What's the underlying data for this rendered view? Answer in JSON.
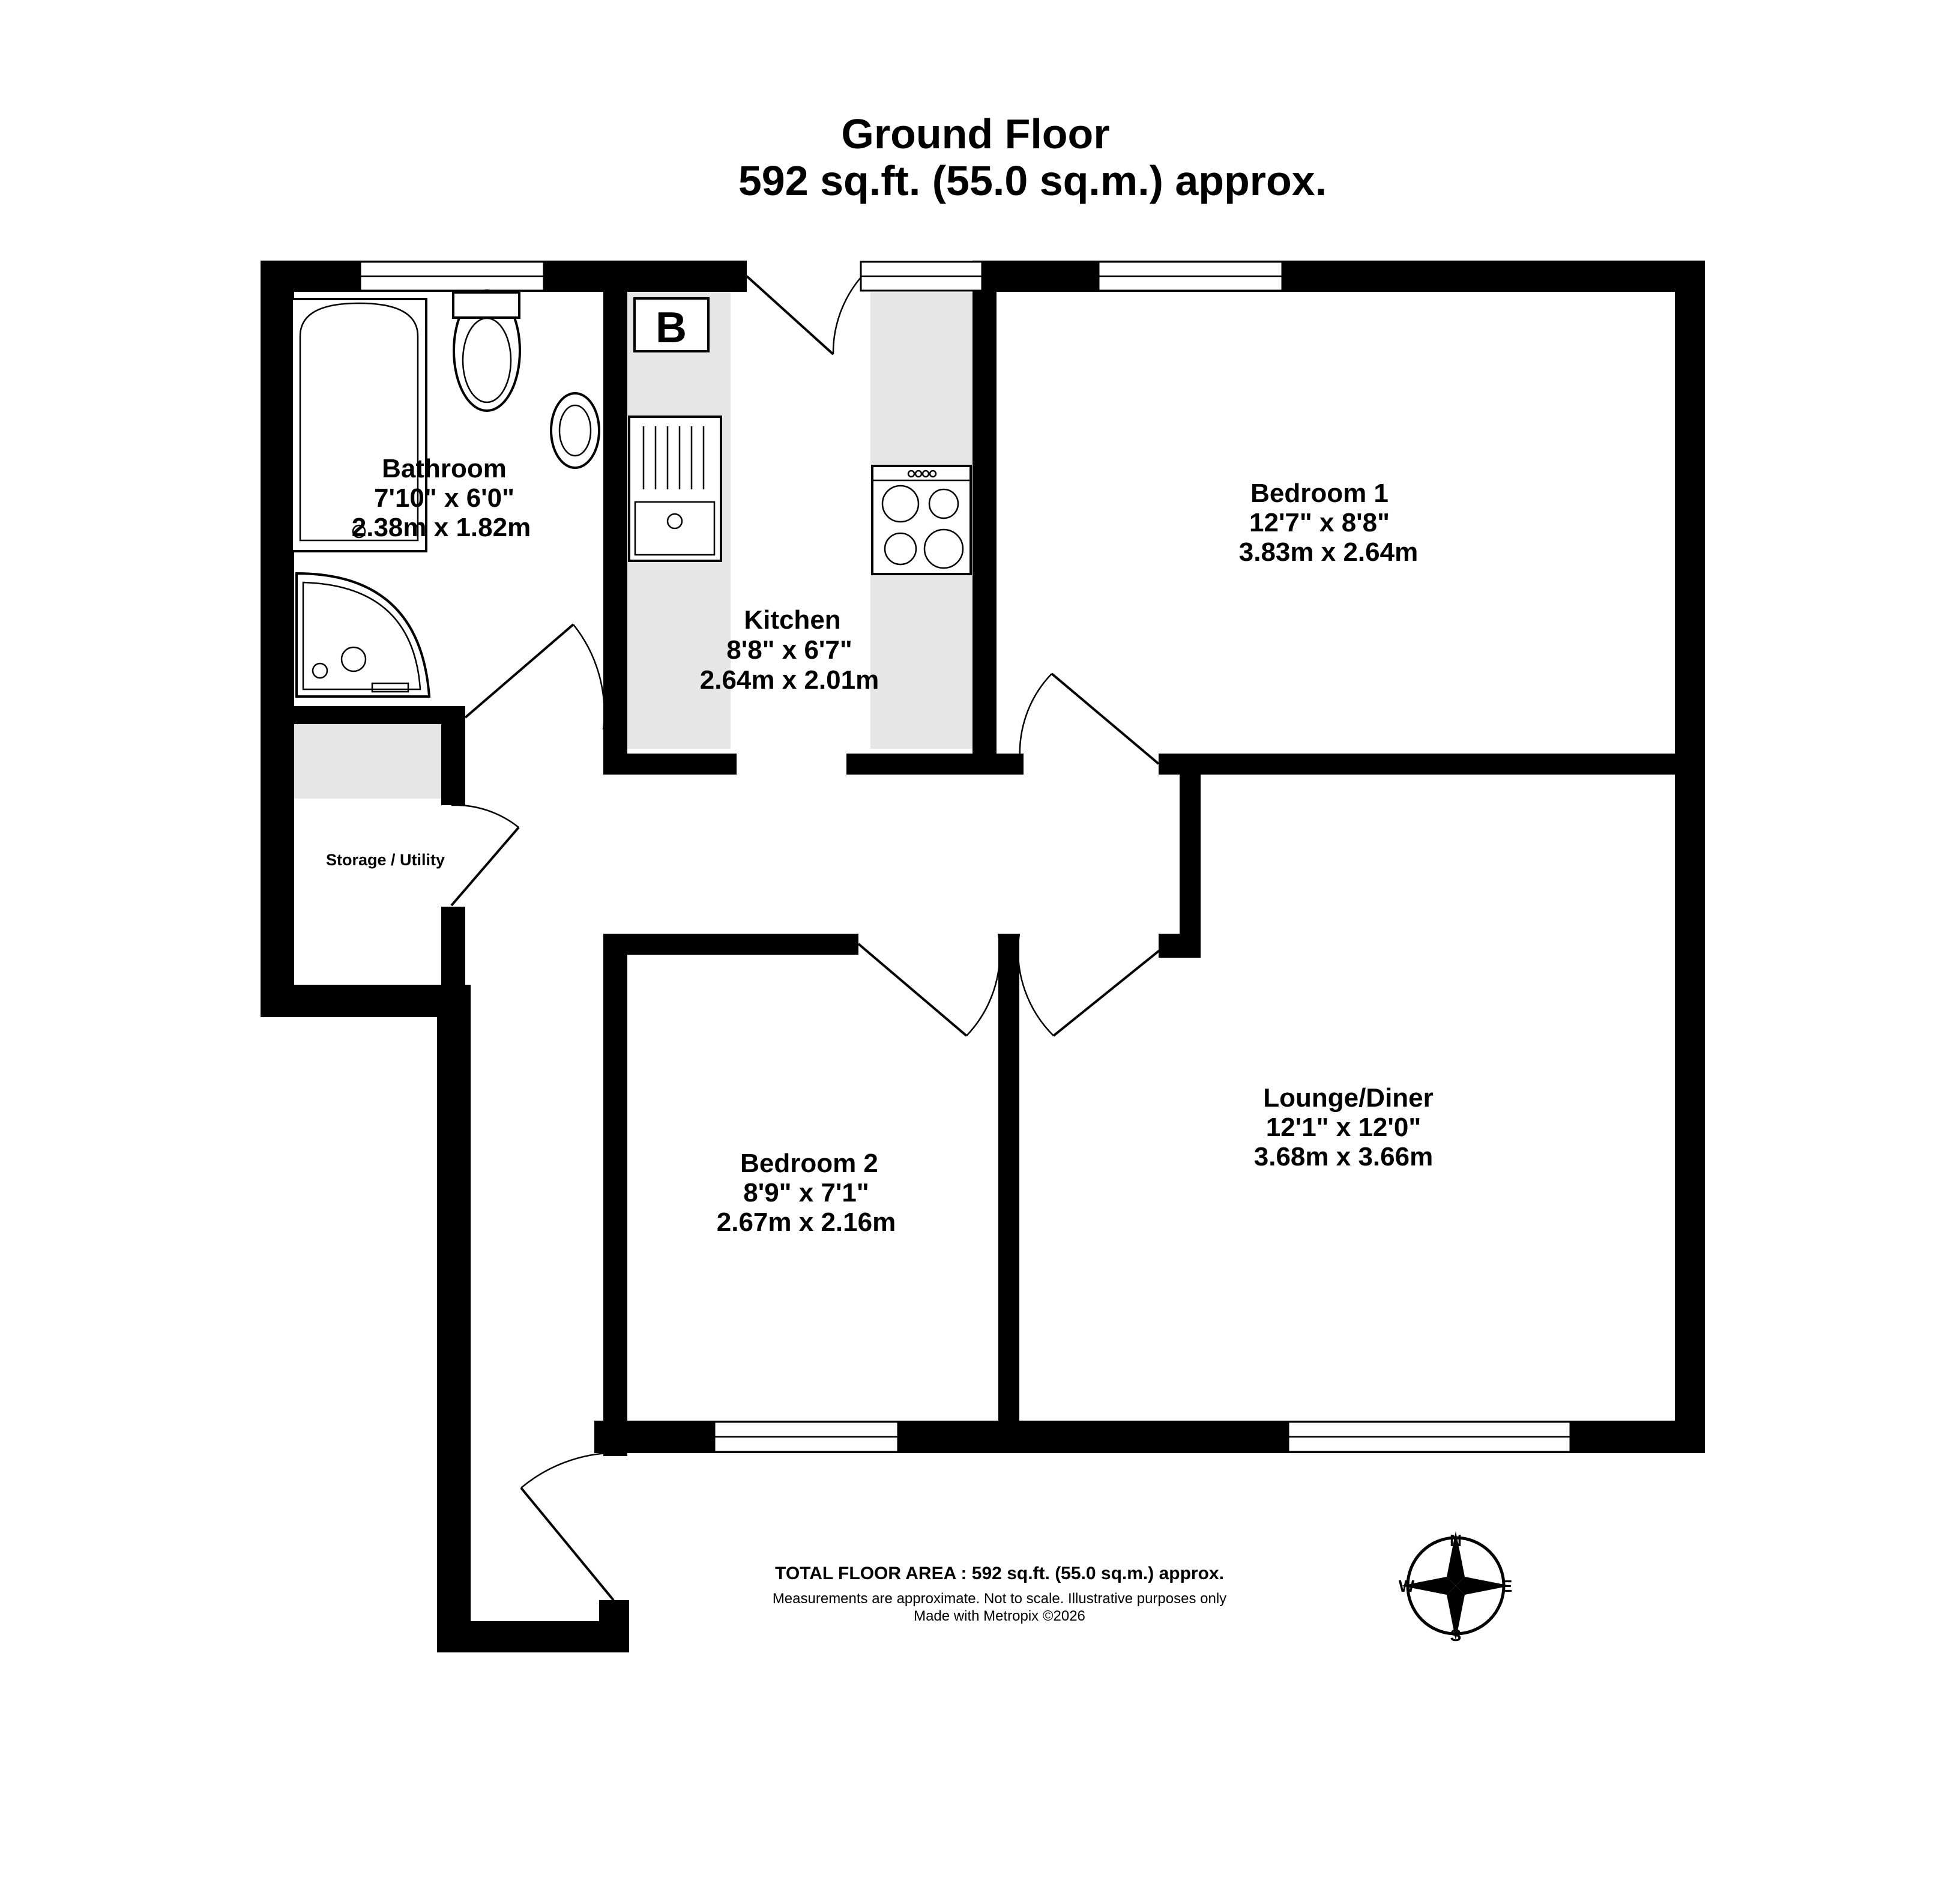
{
  "title": {
    "floor": "Ground Floor",
    "area": "592 sq.ft. (55.0 sq.m.) approx."
  },
  "rooms": {
    "bathroom": {
      "name": "Bathroom",
      "imperial": "7'10\"  x 6'0\"",
      "metric": "2.38m  x 1.82m"
    },
    "kitchen": {
      "name": "Kitchen",
      "imperial": "8'8\"  x 6'7\"",
      "metric": "2.64m  x 2.01m"
    },
    "bedroom1": {
      "name": "Bedroom 1",
      "imperial": "12'7\"  x 8'8\"",
      "metric": "3.83m  x 2.64m"
    },
    "bedroom2": {
      "name": "Bedroom 2",
      "imperial": "8'9\"  x 7'1\"",
      "metric": "2.67m  x 2.16m"
    },
    "lounge": {
      "name": "Lounge/Diner",
      "imperial": "12'1\"  x 12'0\"",
      "metric": "3.68m  x 3.66m"
    },
    "storage": {
      "name": "Storage / Utility"
    }
  },
  "boiler_label": "B",
  "footer": {
    "total": "TOTAL FLOOR AREA : 592 sq.ft. (55.0 sq.m.) approx.",
    "disclaimer": "Measurements are approximate.  Not to scale.  Illustrative purposes only",
    "credit": "Made with Metropix ©2026"
  },
  "compass": {
    "n": "N",
    "s": "S",
    "e": "E",
    "w": "W"
  }
}
